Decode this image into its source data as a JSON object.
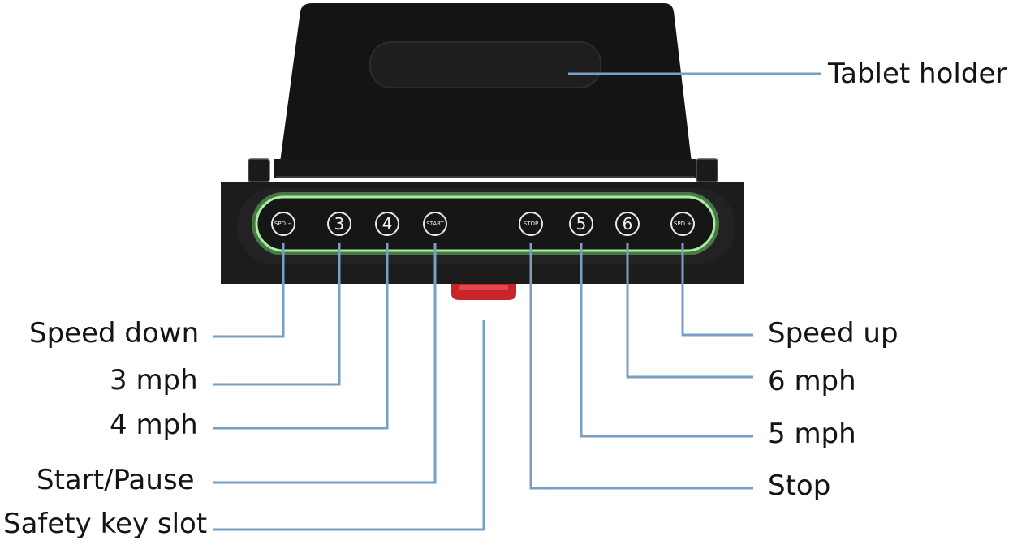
{
  "labels": {
    "tablet_holder": "Tablet holder",
    "speed_down": "Speed down",
    "mph3": "3 mph",
    "mph4": "4 mph",
    "start_pause": "Start/Pause",
    "safety_key": "Safety key slot",
    "speed_up": "Speed up",
    "mph6": "6 mph",
    "mph5": "5 mph",
    "stop": "Stop"
  },
  "buttons": {
    "b3": "3",
    "b4": "4",
    "b5": "5",
    "b6": "6",
    "speed_down_glyph": "SPD −",
    "start_glyph": "START",
    "stop_glyph": "STOP",
    "speed_up_glyph": "SPD +"
  },
  "colors": {
    "leader": "#7a9fc4",
    "panel": "#1c1c1c",
    "glow": "#7de07a",
    "safety_key": "#c8252b"
  }
}
